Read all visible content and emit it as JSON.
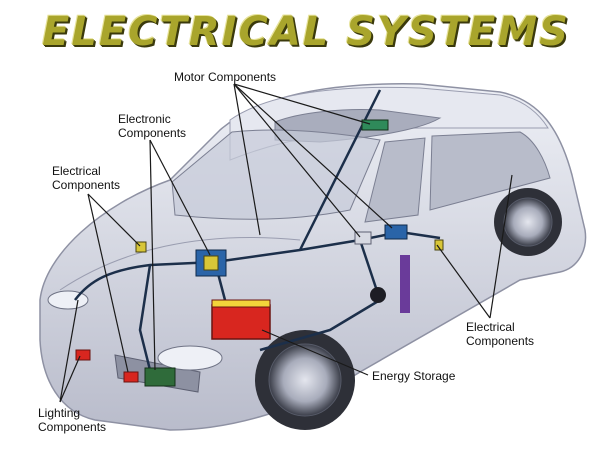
{
  "title": "ELECTRICAL SYSTEMS",
  "labels": {
    "motor": [
      "Motor Components"
    ],
    "electronic": [
      "Electronic",
      "Components"
    ],
    "electrical_left": [
      "Electrical",
      "Components"
    ],
    "electrical_right": [
      "Electrical",
      "Components"
    ],
    "energy": [
      "Energy Storage"
    ],
    "lighting": [
      "Lighting",
      "Components"
    ]
  },
  "colors": {
    "title": "#a9a52c",
    "car_body": "#d9dbe6",
    "wiring": "#1c2f4a",
    "battery": "#d8261f",
    "component_yellow": "#d8c638"
  }
}
